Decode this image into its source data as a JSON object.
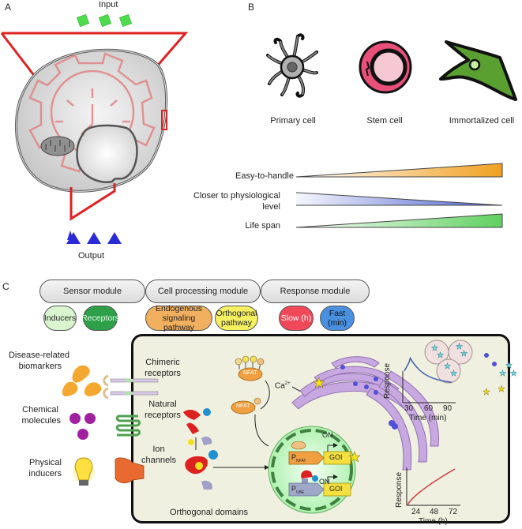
{
  "panels": {
    "a": {
      "letter": "A",
      "input_label": "Input",
      "output_label": "Output",
      "colors": {
        "input": "#4cdc4c",
        "output": "#2a2ad8",
        "frame": "#dd2222"
      }
    },
    "b": {
      "letter": "B",
      "cells": [
        {
          "label": "Primary cell"
        },
        {
          "label": "Stem cell"
        },
        {
          "label": "Immortalized cell"
        }
      ],
      "gradients": [
        {
          "label": "Easy-to-handle",
          "direction": "increasing",
          "color": "#f0a020"
        },
        {
          "label_line1": "Closer to physiological",
          "label_line2": "level",
          "direction": "decreasing",
          "color": "#4a60d0"
        },
        {
          "label": "Life span",
          "direction": "increasing",
          "color": "#60d060"
        }
      ]
    },
    "c": {
      "letter": "C",
      "modules": [
        {
          "label": "Sensor module"
        },
        {
          "label": "Cell processing module"
        },
        {
          "label": "Response module"
        }
      ],
      "submodules": [
        {
          "label": "Inducers",
          "color": "#d8f5d0"
        },
        {
          "label": "Receptors",
          "color": "#2ea04a"
        },
        {
          "label_line1": "Endogenous",
          "label_line2": "signaling pathway",
          "color": "#f0b060"
        },
        {
          "label_line1": "Orthogonal",
          "label_line2": "pathway",
          "color": "#f4f060"
        },
        {
          "label": "Slow (h)",
          "color": "#f04858"
        },
        {
          "label": "Fast (min)",
          "color": "#4a90e0"
        }
      ],
      "inputs": [
        {
          "label_line1": "Disease-related",
          "label_line2": "biomarkers"
        },
        {
          "label_line1": "Chemical",
          "label_line2": "molecules"
        },
        {
          "label_line1": "Physical",
          "label_line2": "inducers"
        }
      ],
      "receptor_labels": [
        {
          "line1": "Chimeric",
          "line2": "receptors"
        },
        {
          "line1": "Natural",
          "line2": "receptors"
        },
        {
          "line1": "Ion",
          "line2": "channels"
        }
      ],
      "orthogonal_domains_label": "Orthogonal domains",
      "nfat_label": "NFAT",
      "phospho_label": "P",
      "calcium_label": "Ca",
      "calcium_charge": "2+",
      "promoter_nfat": {
        "main": "P",
        "sub": "NFAT"
      },
      "promoter_ube": {
        "main": "P",
        "sub": "UBE"
      },
      "goi_label": "GOI",
      "on_label": "ON",
      "fast_chart": {
        "ylabel": "Response",
        "xlabel": "Time (min)",
        "ticks": [
          "30",
          "60",
          "90"
        ]
      },
      "slow_chart": {
        "ylabel": "Response",
        "xlabel": "Time (h)",
        "ticks": [
          "24",
          "48",
          "72"
        ]
      }
    }
  }
}
